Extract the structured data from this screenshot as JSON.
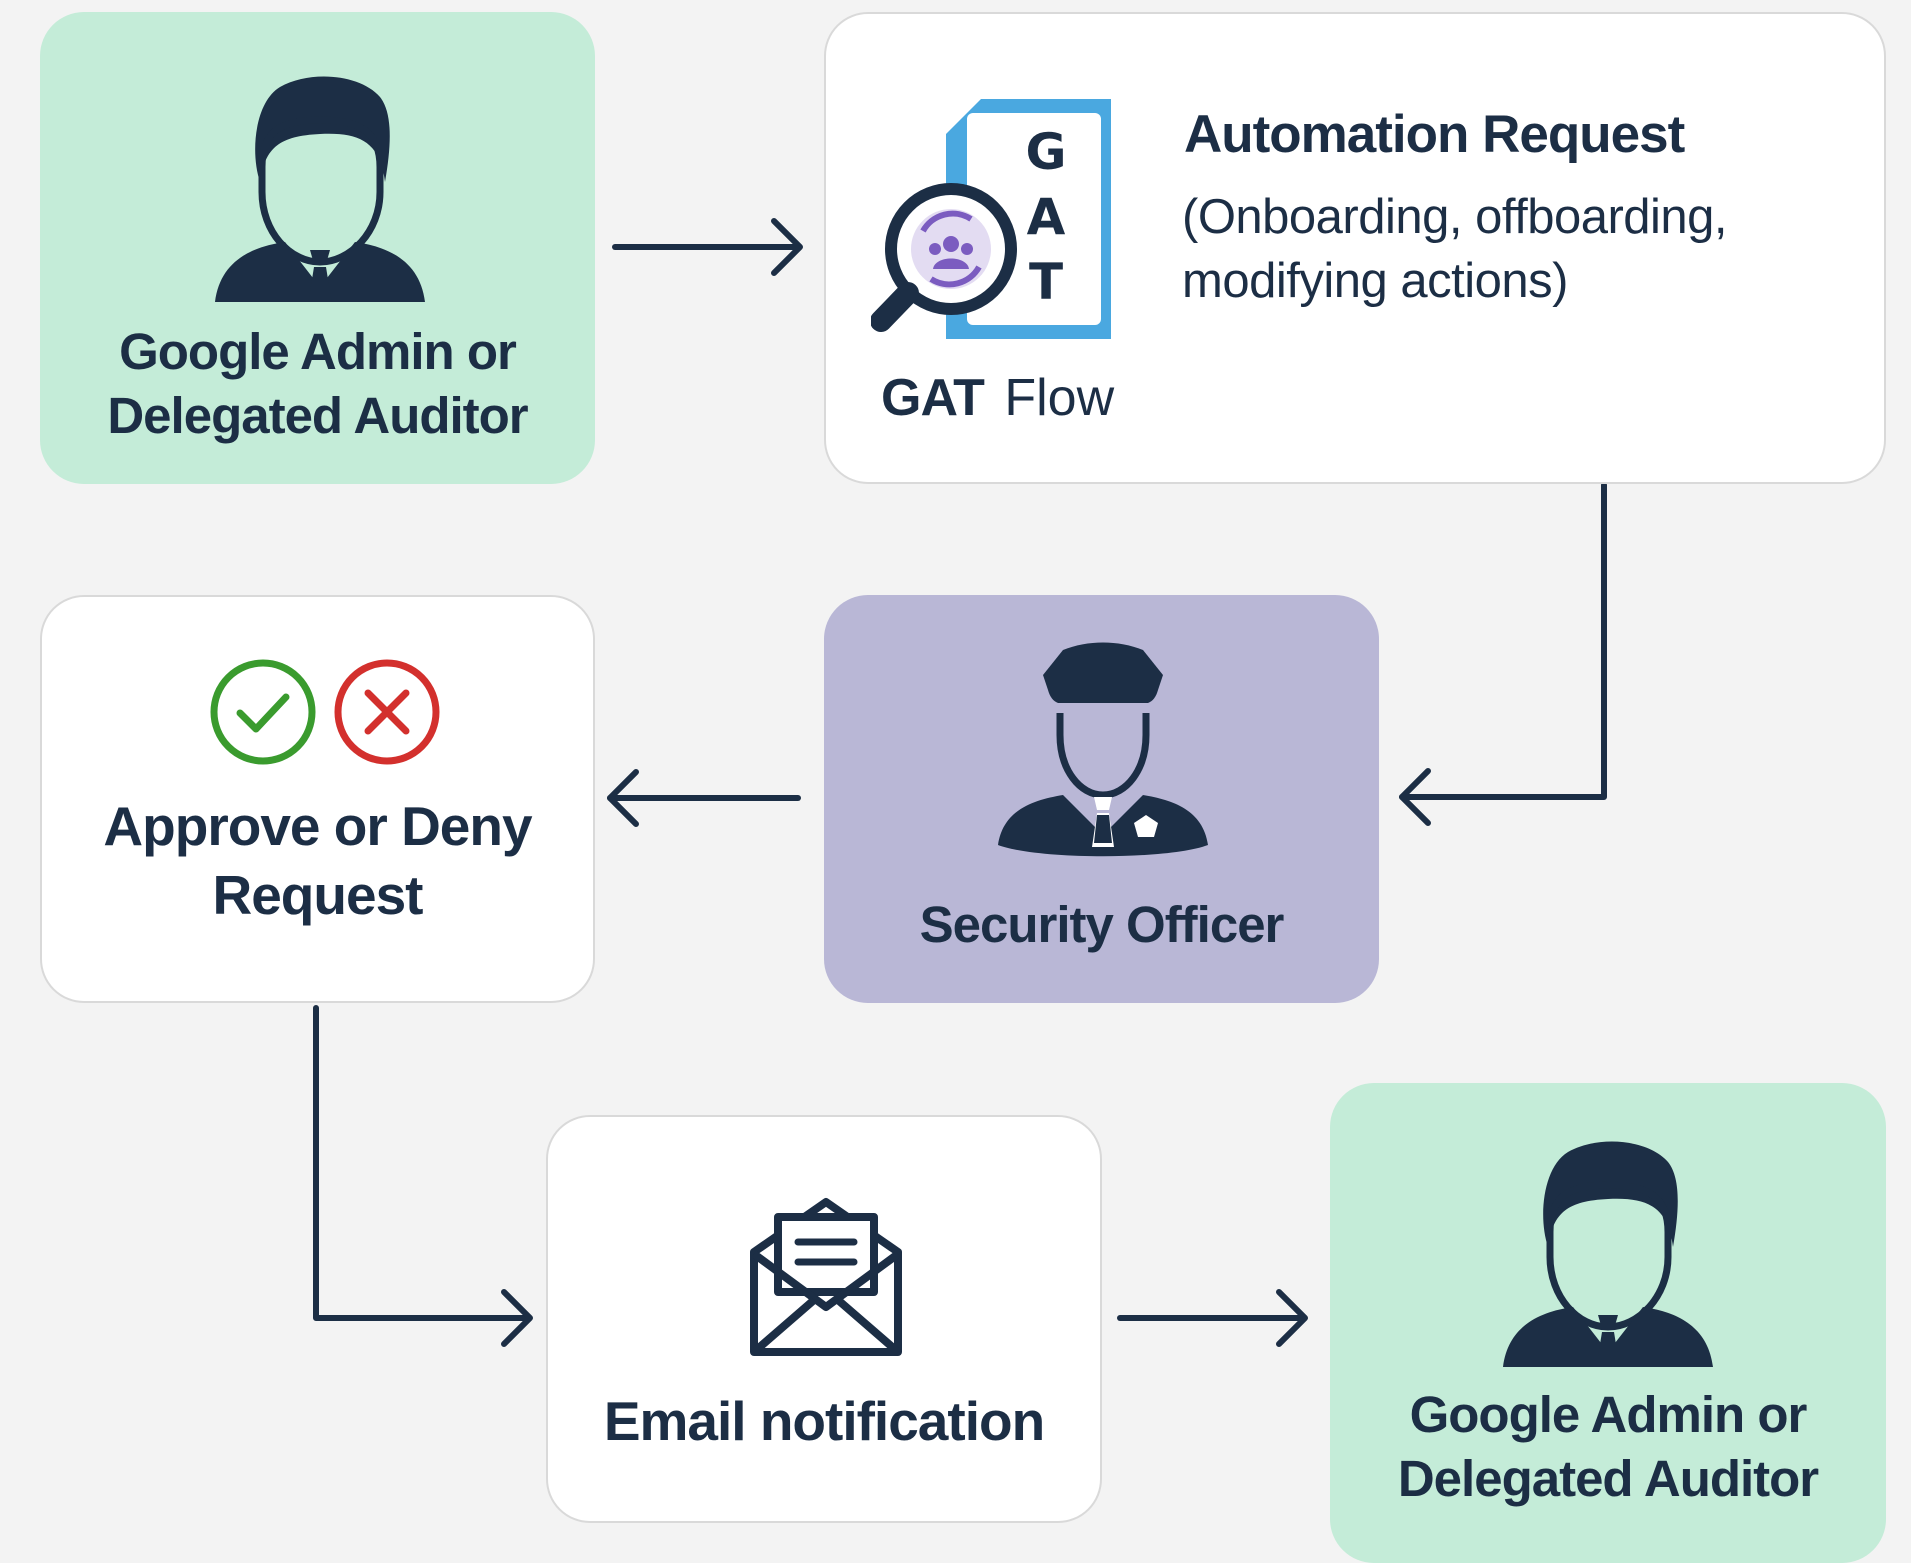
{
  "admin_top": {
    "line1": "Google Admin or",
    "line2": "Delegated Auditor",
    "icon": "businessman-icon"
  },
  "automation": {
    "title": "Automation Request",
    "subtitle_line1": "(Onboarding, offboarding,",
    "subtitle_line2": "modifying actions)",
    "logo_letters": [
      "G",
      "A",
      "T"
    ],
    "brand_bold": "GAT",
    "brand_light": "Flow"
  },
  "security": {
    "label": "Security Officer",
    "icon": "security-officer-icon"
  },
  "approve": {
    "line1": "Approve or Deny",
    "line2": "Request",
    "approve_icon": "check-circle-icon",
    "deny_icon": "x-circle-icon"
  },
  "email": {
    "label": "Email notification",
    "icon": "open-envelope-icon"
  },
  "admin_bottom": {
    "line1": "Google Admin or",
    "line2": "Delegated Auditor",
    "icon": "businessman-icon"
  },
  "colors": {
    "green_box": "#c4ecd8",
    "purple_box": "#b9b7d6",
    "navy": "#1c2e45",
    "logo_blue": "#4aa8e0",
    "approve_green": "#3a9b2e",
    "deny_red": "#d3302d"
  }
}
